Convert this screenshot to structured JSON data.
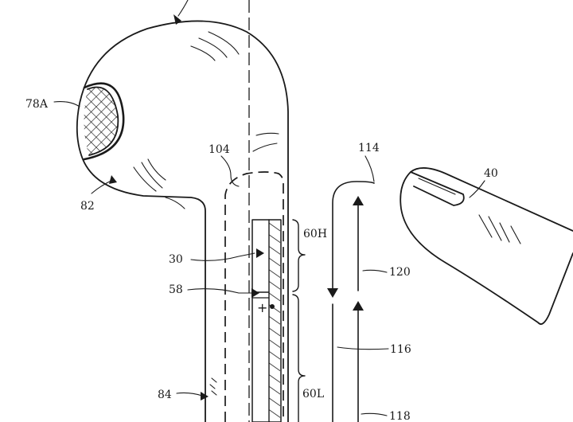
{
  "labels": {
    "l78A": "78A",
    "l82": "82",
    "l104": "104",
    "l114": "114",
    "l40": "40",
    "l60H": "60H",
    "l30": "30",
    "l58": "58",
    "l120": "120",
    "l116": "116",
    "l84": "84",
    "l60L": "60L",
    "l118": "118"
  },
  "colors": {
    "ink": "#1a1a1a",
    "paper": "#ffffff"
  }
}
